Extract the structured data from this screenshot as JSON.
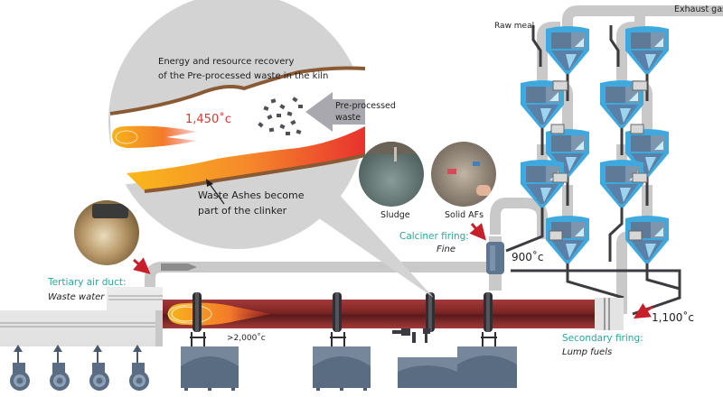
{
  "title": "Co-processing of waste in cement kiln",
  "callout": {
    "heading_line1": "Energy and resource recovery",
    "heading_line2": "of the Pre-processed waste in the kiln",
    "kiln_temperature": "1,450˚c",
    "input_label_line1": "Pre-processed",
    "input_label_line2": "waste",
    "ash_label_line1": "Waste Ashes become",
    "ash_label_line2": "part of the clinker"
  },
  "photos": [
    {
      "id": "waste-water-photo",
      "label": ""
    },
    {
      "id": "sludge-photo",
      "label": "Sludge"
    },
    {
      "id": "solid-afs-photo",
      "label": "Solid AFs"
    }
  ],
  "firing_points": {
    "tertiary": {
      "title": "Tertiary air duct:",
      "fuel": "Waste water"
    },
    "calciner": {
      "title": "Calciner firing:",
      "fuel": "Fine"
    },
    "secondary": {
      "title": "Secondary firing:",
      "fuel": "Lump fuels"
    }
  },
  "temperatures": {
    "burner": ">2,000˚c",
    "calciner": "900˚c",
    "kiln_inlet": "1,100˚c"
  },
  "preheater": {
    "raw_meal_label": "Raw meal",
    "exhaust_label": "Exhaust gas"
  },
  "colors": {
    "accent_teal": "#2aa69a",
    "arrow_red": "#c8202a",
    "kiln_red": "#8e2a2a",
    "cyclone_blue": "#3fa9de",
    "equipment_slate": "#6b7f96",
    "duct_grey": "#c9c9c9",
    "callout_grey": "#d3d3d3"
  }
}
